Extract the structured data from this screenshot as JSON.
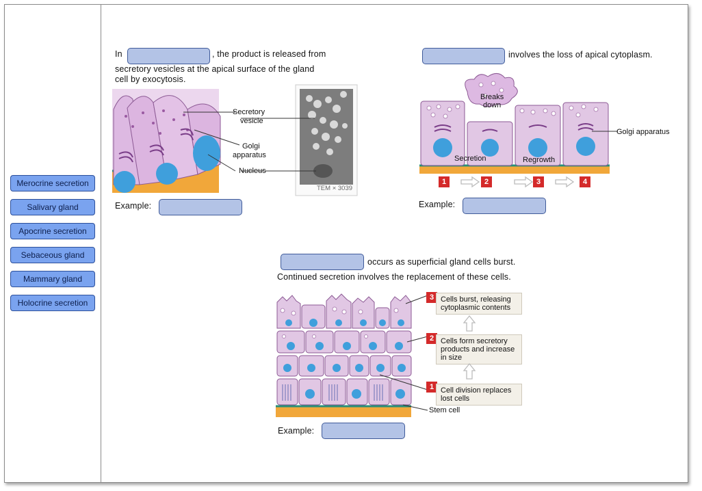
{
  "chips": [
    "Merocrine secretion",
    "Salivary gland",
    "Apocrine secretion",
    "Sebaceous gland",
    "Mammary gland",
    "Holocrine secretion"
  ],
  "merocrine": {
    "in_text": "In",
    "rest_line1": ", the product is released from",
    "line2": "secretory vesicles at the apical surface of the gland",
    "line3": "cell by exocytosis.",
    "label_vesicle_1": "Secretory",
    "label_vesicle_2": "vesicle",
    "label_golgi_1": "Golgi",
    "label_golgi_2": "apparatus",
    "label_nucleus": "Nucleus",
    "tem_label": "TEM × 3039",
    "example_label": "Example:"
  },
  "apocrine": {
    "sentence": "involves the loss of apical cytoplasm.",
    "breaks_1": "Breaks",
    "breaks_2": "down",
    "golgi": "Golgi apparatus",
    "secretion": "Secretion",
    "regrowth": "Regrowth",
    "steps": [
      "1",
      "2",
      "3",
      "4"
    ],
    "example_label": "Example:"
  },
  "holocrine": {
    "sentence": "occurs as superficial gland cells burst.",
    "line2": "Continued secretion involves the replacement of these cells.",
    "notes": [
      {
        "num": "3",
        "line1": "Cells burst, releasing",
        "line2": "cytoplasmic contents",
        "line3": ""
      },
      {
        "num": "2",
        "line1": "Cells form secretory",
        "line2": "products and increase",
        "line3": "in size"
      },
      {
        "num": "1",
        "line1": "Cell division replaces",
        "line2": "lost cells",
        "line3": ""
      }
    ],
    "stem_cell": "Stem cell",
    "example_label": "Example:"
  },
  "colors": {
    "chip_fill": "#7aa3ef",
    "drop_fill": "#b3c3e6",
    "cell_fill": "#e1c7e4",
    "nucleus": "#3f9fdc",
    "basement": "#f1a73a",
    "step_red": "#d42a2a"
  }
}
